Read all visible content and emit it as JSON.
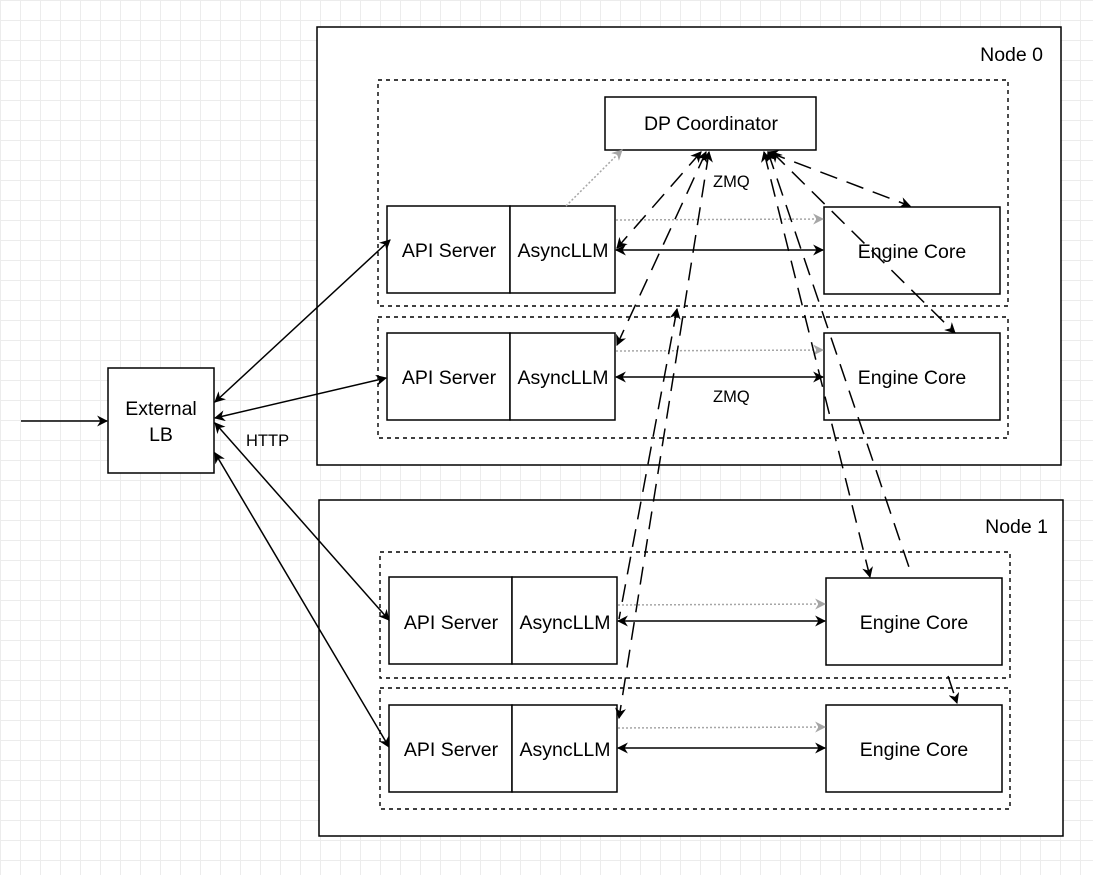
{
  "nodes": [
    {
      "id": "node0",
      "label": "Node 0"
    },
    {
      "id": "node1",
      "label": "Node 1"
    }
  ],
  "external_lb": {
    "line1": "External",
    "line2": "LB"
  },
  "labels": {
    "http": "HTTP",
    "zmq_top": "ZMQ",
    "zmq_mid": "ZMQ"
  },
  "dp_coordinator": "DP Coordinator",
  "ranks": [
    {
      "api_server": "API Server",
      "async_llm": "AsyncLLM",
      "engine_core": "Engine Core"
    },
    {
      "api_server": "API Server",
      "async_llm": "AsyncLLM",
      "engine_core": "Engine Core"
    },
    {
      "api_server": "API Server",
      "async_llm": "AsyncLLM",
      "engine_core": "Engine Core"
    },
    {
      "api_server": "API Server",
      "async_llm": "AsyncLLM",
      "engine_core": "Engine Core"
    }
  ],
  "colors": {
    "stroke": "#000000",
    "grey_arrow": "#a6a6a6",
    "grid": "#ececec"
  }
}
